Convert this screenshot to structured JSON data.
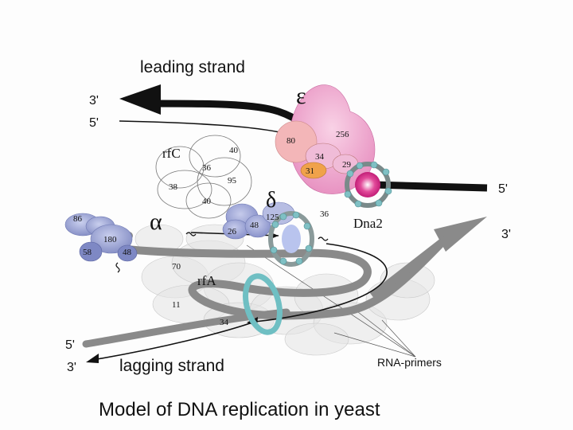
{
  "diagram": {
    "caption": "Model of DNA replication in yeast",
    "strands": {
      "leading": "leading strand",
      "lagging": "lagging strand"
    },
    "ends": {
      "top_left_3": "3'",
      "top_left_5": "5'",
      "right_5": "5'",
      "right_3": "3'",
      "bottom_left_5": "5'",
      "bottom_left_3": "3'"
    },
    "complexes": {
      "epsilon": "ε",
      "delta": "δ",
      "alpha": "α",
      "rfC": "rfC",
      "rfA": "rfA",
      "dna2": "Dna2"
    },
    "rna_primers": "RNA-primers",
    "subunits": {
      "eps_80": "80",
      "eps_256": "256",
      "eps_34": "34",
      "eps_29": "29",
      "eps_31": "31",
      "rfc_40": "40",
      "rfc_36": "36",
      "rfc_95": "95",
      "rfc_38": "38",
      "rfc_40b": "40",
      "delta_125": "125",
      "delta_48": "48",
      "delta_26": "26",
      "dna2_36": "36",
      "alpha_86": "86",
      "alpha_180": "180",
      "alpha_58": "58",
      "alpha_48": "48",
      "rfa_70": "70",
      "rfa_11": "11",
      "rfa_34": "34"
    },
    "colors": {
      "epsilon": "#f2a9cf",
      "epsilon_80": "#f3b6b8",
      "epsilon_31": "#f0a24a",
      "delta": "#9ea7d6",
      "alpha": "#a4acd4",
      "pcna": "#7fb8b4",
      "rfa_ring": "#6fbfc3",
      "dna_gray": "#8a8a8a",
      "dna_black": "#111111"
    }
  }
}
